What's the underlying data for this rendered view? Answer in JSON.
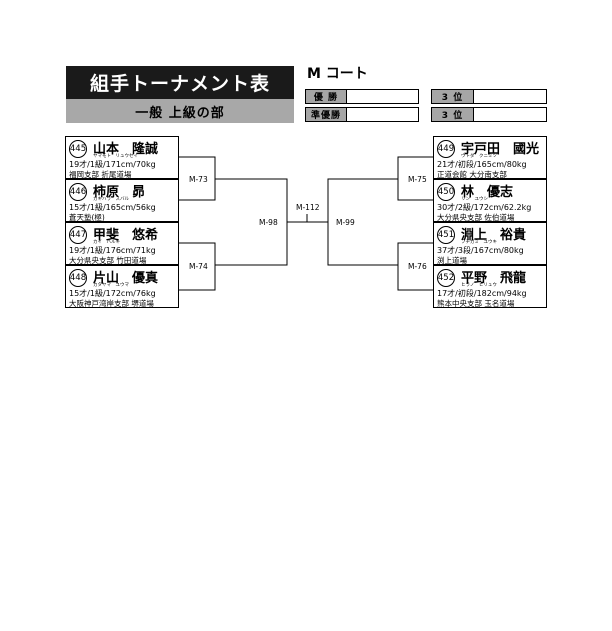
{
  "header": {
    "title": "組手トーナメント表",
    "division": "一般 上級の部",
    "court": "M コート"
  },
  "results": {
    "winner_label": "優 勝",
    "runner_up_label": "準優勝",
    "third_label_1": "3 位",
    "third_label_2": "3 位"
  },
  "players": [
    {
      "num": "445",
      "name": "山本　隆誠",
      "kana": "ヤマモト　リュウセイ",
      "info": "19才/1級/171cm/70kg",
      "club": "福岡支部 折尾道場"
    },
    {
      "num": "446",
      "name": "柿原　昴",
      "kana": "カキハラ　スバル",
      "info": "15才/1級/165cm/56kg",
      "club": "蒼天塾(極)"
    },
    {
      "num": "447",
      "name": "甲斐　悠希",
      "kana": "カイ　ハルキ",
      "info": "19才/1級/176cm/71kg",
      "club": "大分県央支部 竹田道場"
    },
    {
      "num": "448",
      "name": "片山　優真",
      "kana": "カタヤマ　ユウマ",
      "info": "15才/1級/172cm/76kg",
      "club": "大阪神戸湾岸支部 堺道場"
    },
    {
      "num": "449",
      "name": "宇戸田　國光",
      "kana": "ウトダ　クニミツ",
      "info": "21才/初段/165cm/80kg",
      "club": "正道会館 大分南支部"
    },
    {
      "num": "450",
      "name": "林　優志",
      "kana": "リン　ユウシ",
      "info": "30才/2級/172cm/62.2kg",
      "club": "大分県央支部 佐伯道場"
    },
    {
      "num": "451",
      "name": "淵上　裕貴",
      "kana": "フチガミ　ユウキ",
      "info": "37才/3段/167cm/80kg",
      "club": "渕上道場"
    },
    {
      "num": "452",
      "name": "平野　飛龍",
      "kana": "ヒラノ　ヒリュウ",
      "info": "17才/初段/182cm/94kg",
      "club": "熊本中央支部 玉名道場"
    }
  ],
  "matches": {
    "m73": "M-73",
    "m74": "M-74",
    "m75": "M-75",
    "m76": "M-76",
    "m98": "M-98",
    "m99": "M-99",
    "m112": "M-112"
  }
}
